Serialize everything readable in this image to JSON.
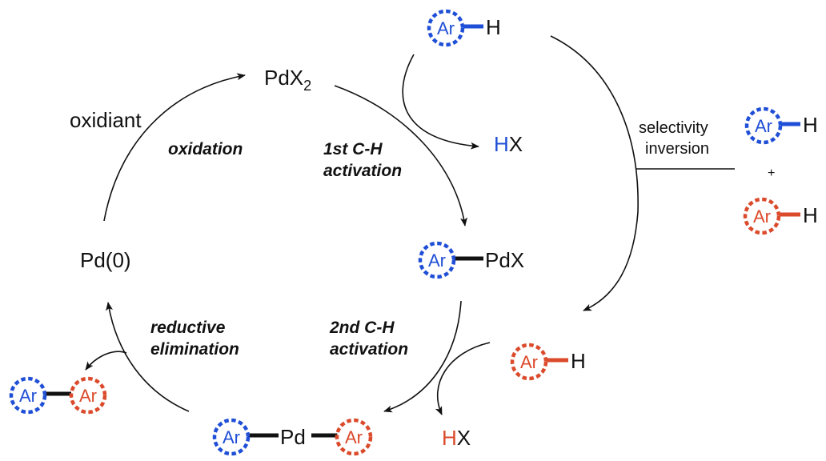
{
  "colors": {
    "blue_arene": "#1f4fd6",
    "red_arene": "#db4a2b",
    "black": "#111111"
  },
  "labels": {
    "pdx2_main": "PdX",
    "pdx2_sub": "2",
    "oxidant": "oxidiant",
    "pd0": "Pd(0)",
    "pdx": "PdX",
    "pd": "Pd",
    "ar": "Ar",
    "h": "H",
    "hx_h": "H",
    "hx_x": "X",
    "plus": "+"
  },
  "steps": {
    "oxidation": "oxidation",
    "first_ch_line1": "1st C-H",
    "first_ch_line2": "activation",
    "second_ch_line1": "2nd C-H",
    "second_ch_line2": "activation",
    "reductive_line1": "reductive",
    "reductive_line2": "elimination"
  },
  "side_note": {
    "line1": "selectivity",
    "line2": "inversion"
  }
}
